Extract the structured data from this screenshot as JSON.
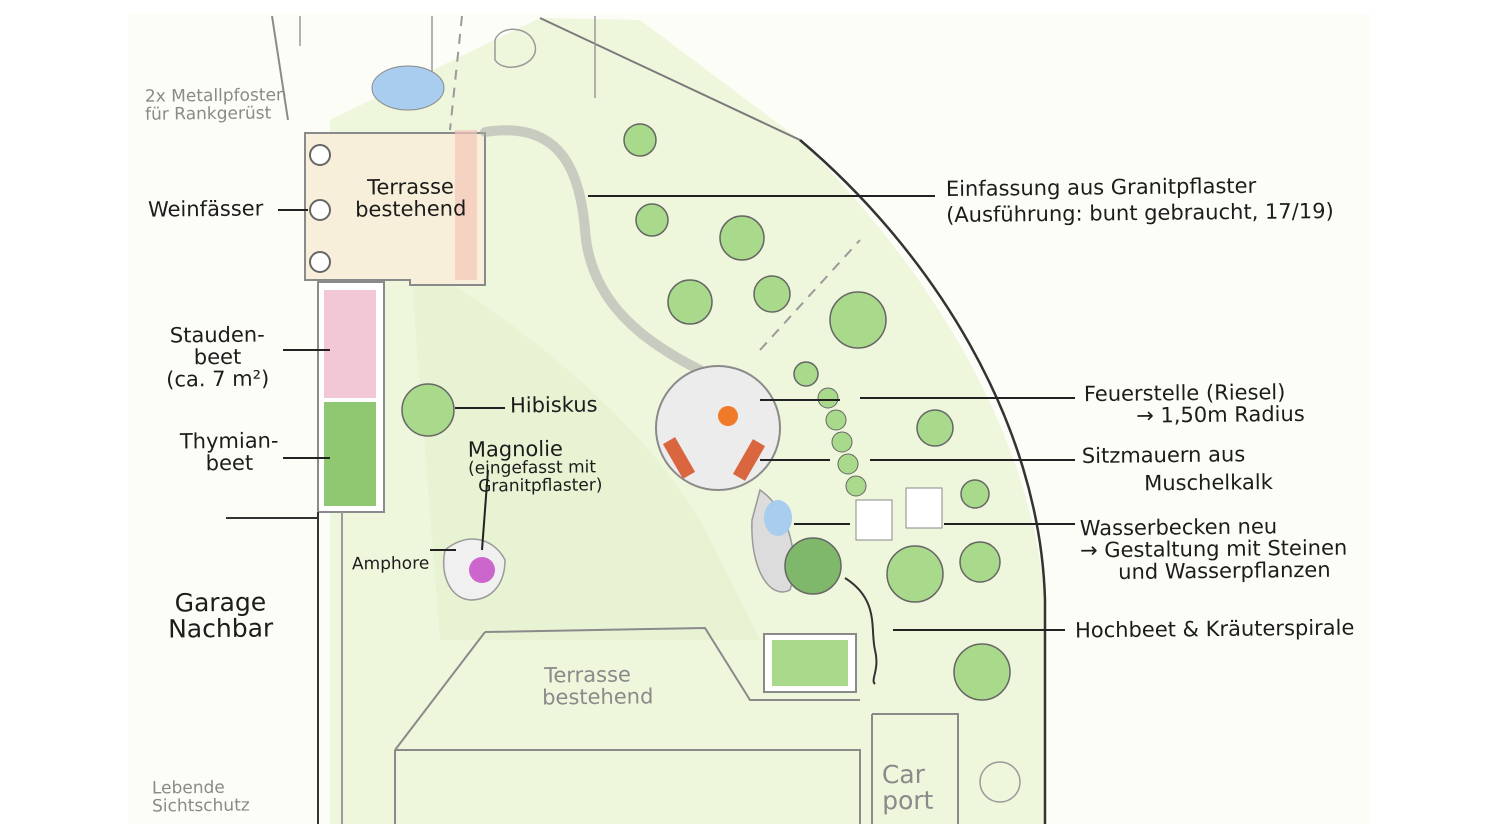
{
  "labels": {
    "metallpfosten": [
      "2x Metallpfosten",
      "für Rankgerüst"
    ],
    "weinfaesser": "Weinfässer",
    "terrasse_top": [
      "Terrasse",
      "bestehend"
    ],
    "staudenbeet": [
      "Stauden-",
      "beet",
      "(ca. 7 m²)"
    ],
    "thymianbeet": [
      "Thymian-",
      "beet"
    ],
    "hibiskus": "Hibiskus",
    "magnolie": [
      "Magnolie",
      "(eingefasst mit",
      "Granitpflaster)"
    ],
    "amphore": "Amphore",
    "garage": [
      "Garage",
      "Nachbar"
    ],
    "terrasse_bottom": [
      "Terrasse",
      "bestehend"
    ],
    "carport": [
      "Car",
      "port"
    ],
    "lebende": [
      "Lebende",
      "Sichtschutz"
    ],
    "einfassung": [
      "Einfassung aus Granitpflaster",
      "(Ausführung: bunt gebraucht, 17/19)"
    ],
    "feuerstelle": [
      "Feuerstelle (Riesel)",
      "→ 1,50m Radius"
    ],
    "sitzmauern": [
      "Sitzmauern aus",
      "Muschelkalk"
    ],
    "wasserbecken": [
      "Wasserbecken neu",
      "→ Gestaltung mit Steinen",
      "und Wasserpflanzen"
    ],
    "hochbeet": "Hochbeet & Kräuterspirale"
  },
  "colors": {
    "lawn": "#eef6dc",
    "lawn_stroke": "#d7e9b0",
    "terrace": "#f7efd9",
    "shrub": "#a9d98a",
    "shrub_dark": "#7fb86a",
    "fire": "#f07a2a",
    "bench": "#d9663f",
    "water": "#a8cdee",
    "flower": "#cc66cc",
    "ink": "#1c1c1c",
    "pencil": "#9a9a9a"
  }
}
